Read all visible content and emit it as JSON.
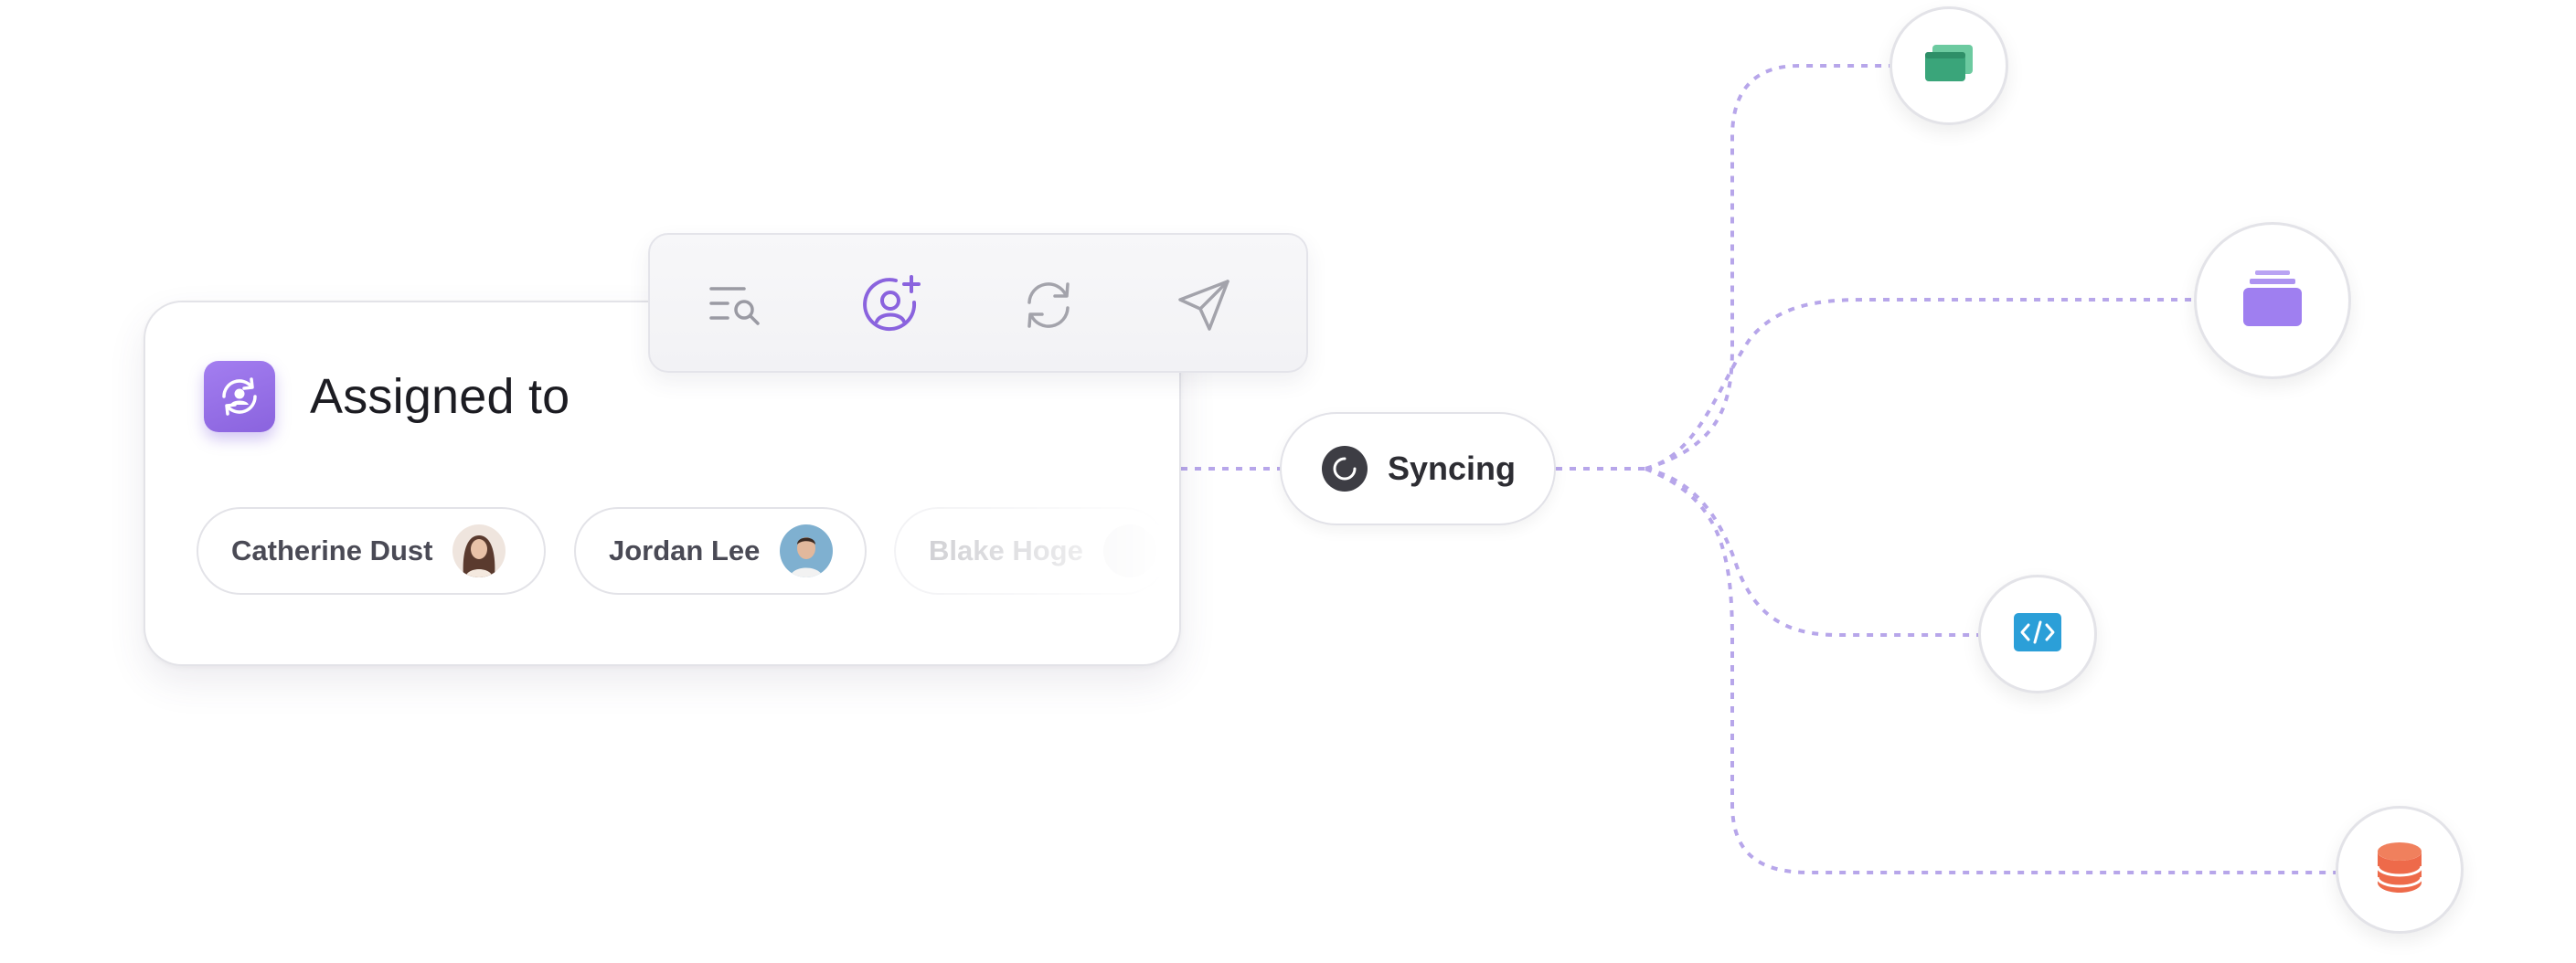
{
  "card": {
    "title": "Assigned to",
    "icon": "sync-user-icon",
    "assignees": [
      {
        "name": "Catherine Dust",
        "avatar": "female-avatar"
      },
      {
        "name": "Jordan Lee",
        "avatar": "male-avatar"
      },
      {
        "name": "Blake Hoge",
        "avatar": "faded-avatar"
      }
    ]
  },
  "toolbar": {
    "items": [
      {
        "icon": "list-search-icon",
        "active": false
      },
      {
        "icon": "add-user-icon",
        "active": true
      },
      {
        "icon": "refresh-icon",
        "active": false
      },
      {
        "icon": "send-icon",
        "active": false
      }
    ]
  },
  "status": {
    "label": "Syncing",
    "icon": "spinner-icon"
  },
  "integrations": [
    {
      "icon": "windows-icon",
      "color": "#3aa57a"
    },
    {
      "icon": "stack-icon",
      "color": "#9f7ff0"
    },
    {
      "icon": "code-icon",
      "color": "#2b9fd8"
    },
    {
      "icon": "database-icon",
      "color": "#ee6a4a"
    }
  ],
  "colors": {
    "accent": "#8a63de",
    "connector": "#b7a6ea"
  }
}
